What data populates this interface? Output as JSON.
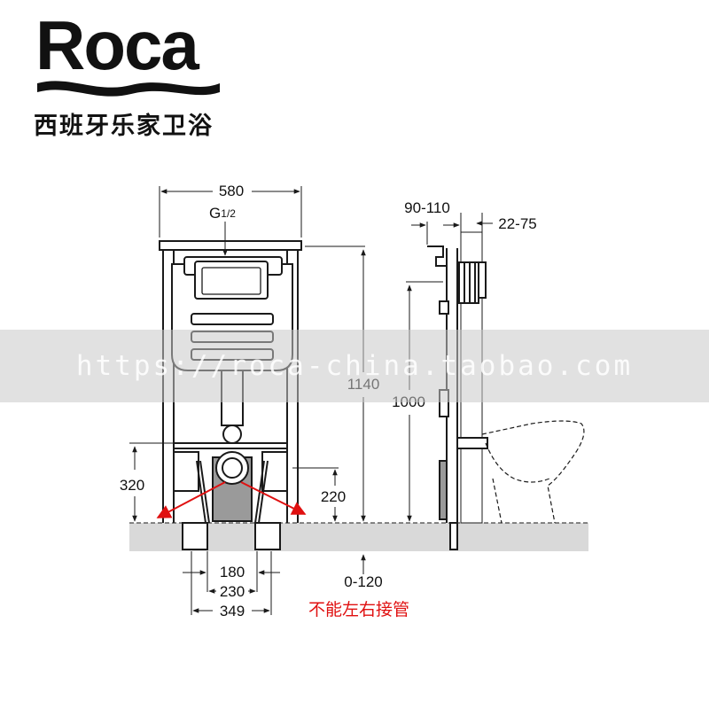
{
  "brand": {
    "name": "Roca",
    "subtitle": "西班牙乐家卫浴"
  },
  "watermark": "https://roca-china.taobao.com",
  "dimensions": {
    "width": "580",
    "inlet": "G",
    "inlet_fraction": "1/2",
    "height_total": "1140",
    "height_tank": "1000",
    "depth_bracket": "90-110",
    "wall_offset": "22-75",
    "left_height": "320",
    "drain_height": "220",
    "leg_spacing_inner": "180",
    "leg_spacing_mid": "230",
    "leg_spacing_outer": "349",
    "floor_adjust": "0-120"
  },
  "warning_note": "不能左右接管",
  "colors": {
    "line": "#1a1a1a",
    "floor": "#d9d9d9",
    "arrow": "#e01010",
    "gray_part": "#9a9a9a"
  }
}
